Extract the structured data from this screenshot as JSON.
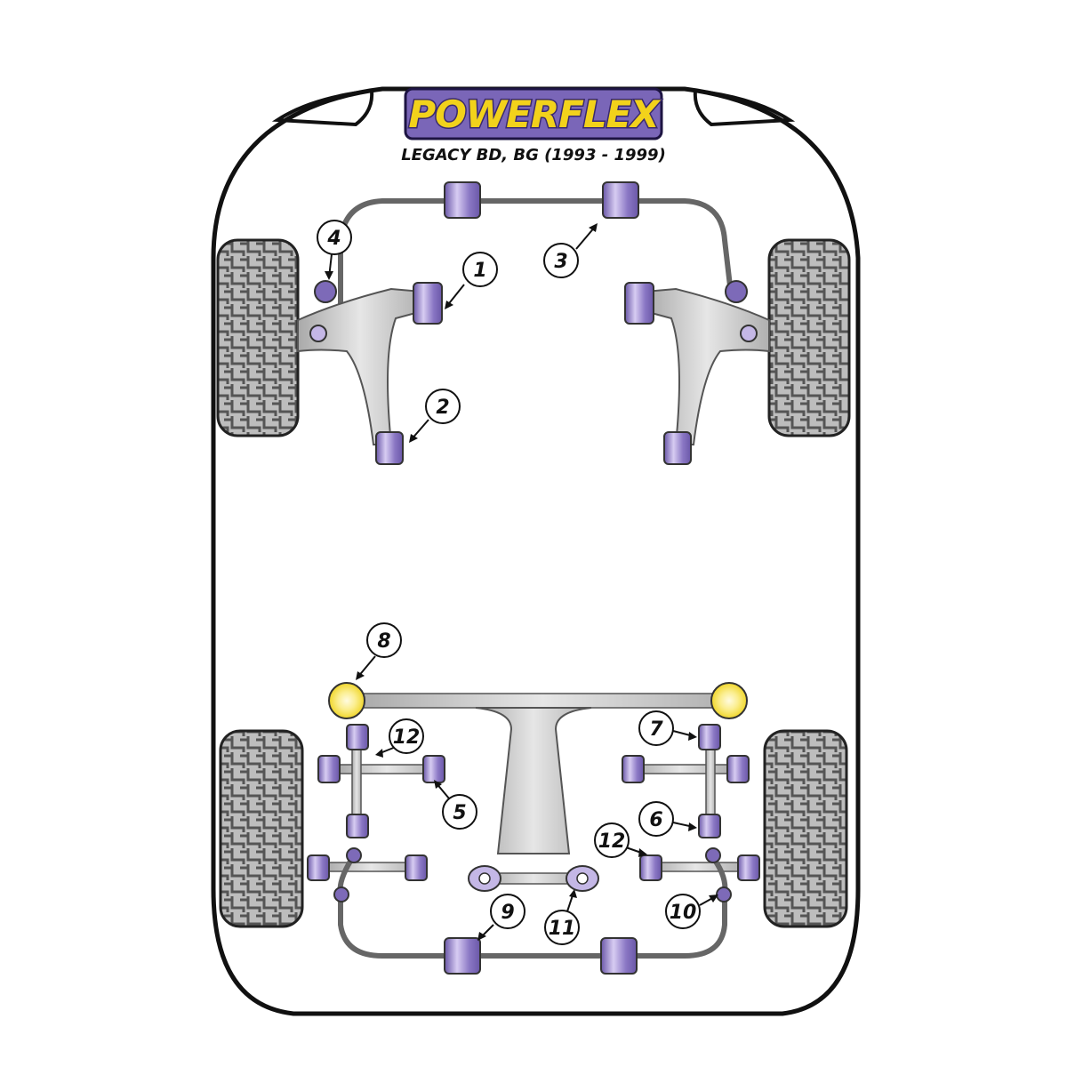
{
  "brand": {
    "name": "POWERFLEX",
    "logo_bg": "#7a66b8",
    "logo_text": "#f2d21b"
  },
  "model": {
    "subtitle": "LEGACY BD, BG (1993 - 1999)"
  },
  "colors": {
    "bush": "#7d6ab8",
    "bush_light": "#c4b7e6",
    "bush_highlight": "#f4d83a",
    "metal": "#c8c8c8",
    "outline": "#222222"
  },
  "callouts": [
    {
      "id": "1",
      "label": "1"
    },
    {
      "id": "2",
      "label": "2"
    },
    {
      "id": "3",
      "label": "3"
    },
    {
      "id": "4",
      "label": "4"
    },
    {
      "id": "5",
      "label": "5"
    },
    {
      "id": "6",
      "label": "6"
    },
    {
      "id": "7",
      "label": "7"
    },
    {
      "id": "8",
      "label": "8"
    },
    {
      "id": "9",
      "label": "9"
    },
    {
      "id": "10",
      "label": "10"
    },
    {
      "id": "11",
      "label": "11"
    },
    {
      "id": "12a",
      "label": "12"
    },
    {
      "id": "12b",
      "label": "12"
    }
  ]
}
